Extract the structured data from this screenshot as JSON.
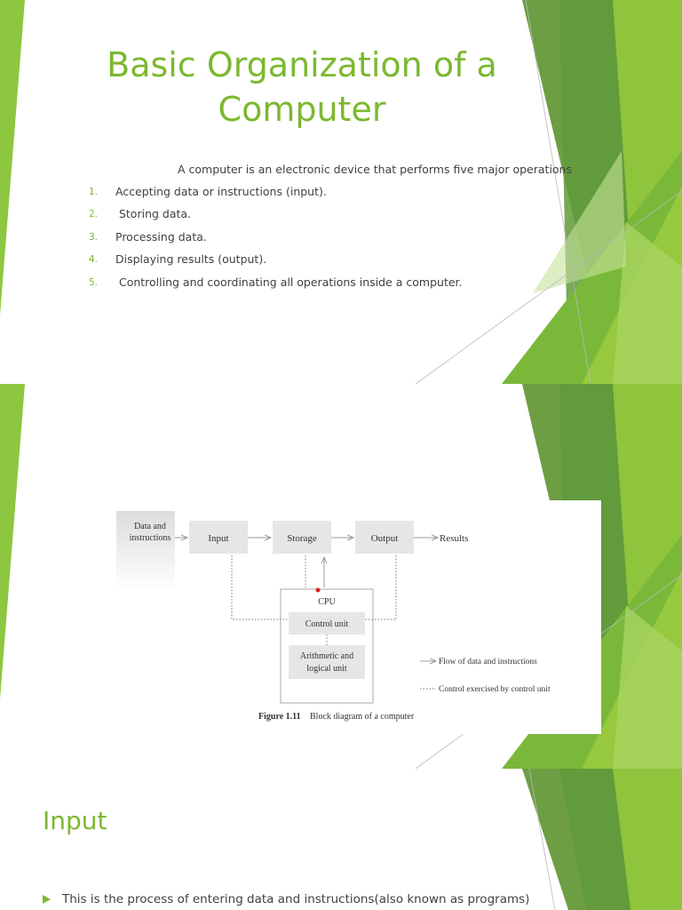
{
  "slide1": {
    "title_line1": "Basic Organization of a",
    "title_line2": "Computer",
    "intro": "A computer is an electronic device that performs five major operations",
    "items": [
      {
        "num": "1.",
        "text": "Accepting data or instructions (input)."
      },
      {
        "num": "2.",
        "text": " Storing data."
      },
      {
        "num": "3.",
        "text": "Processing data."
      },
      {
        "num": "4.",
        "text": "Displaying results (output)."
      },
      {
        "num": "5.",
        "text": " Controlling and coordinating all operations inside a computer."
      }
    ]
  },
  "slide2": {
    "diagram": {
      "data_label_1": "Data and",
      "data_label_2": "instructions",
      "input": "Input",
      "storage": "Storage",
      "output": "Output",
      "results": "Results",
      "cpu": "CPU",
      "control_unit": "Control unit",
      "alu_1": "Arithmetic and",
      "alu_2": "logical unit",
      "legend_flow": "Flow of data and instructions",
      "legend_control": "Control exercised by control unit",
      "caption_num": "Figure 1.11",
      "caption_text": "Block diagram of a computer"
    }
  },
  "slide3": {
    "heading": "Input",
    "bullet": "This is the process of entering data and instructions(also known as programs)"
  },
  "colors": {
    "accent": "#7cb82f",
    "accent_dark": "#5e9a2a",
    "text": "#404040",
    "box_fill": "#e6e6e6"
  }
}
